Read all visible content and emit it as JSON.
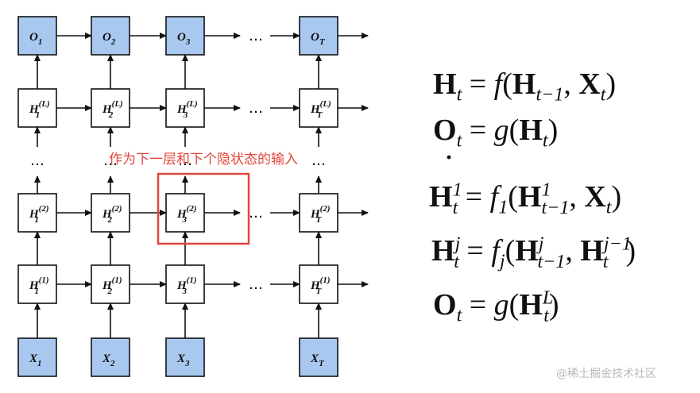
{
  "diagram": {
    "output_labels": [
      {
        "base": "O",
        "sub": "1"
      },
      {
        "base": "O",
        "sub": "2"
      },
      {
        "base": "O",
        "sub": "3"
      },
      {
        "base": "O",
        "sub": "T"
      }
    ],
    "input_labels": [
      {
        "base": "X",
        "sub": "1"
      },
      {
        "base": "X",
        "sub": "2"
      },
      {
        "base": "X",
        "sub": "3"
      },
      {
        "base": "X",
        "sub": "T"
      }
    ],
    "hidden_layer_L": [
      {
        "base": "H",
        "sub": "1",
        "sup": "(L)"
      },
      {
        "base": "H",
        "sub": "2",
        "sup": "(L)"
      },
      {
        "base": "H",
        "sub": "3",
        "sup": "(L)"
      },
      {
        "base": "H",
        "sub": "T",
        "sup": "(L)"
      }
    ],
    "hidden_layer_2": [
      {
        "base": "H",
        "sub": "1",
        "sup": "(2)"
      },
      {
        "base": "H",
        "sub": "2",
        "sup": "(2)"
      },
      {
        "base": "H",
        "sub": "3",
        "sup": "(2)"
      },
      {
        "base": "H",
        "sub": "T",
        "sup": "(2)"
      }
    ],
    "hidden_layer_1": [
      {
        "base": "H",
        "sub": "1",
        "sup": "(1)"
      },
      {
        "base": "H",
        "sub": "2",
        "sup": "(1)"
      },
      {
        "base": "H",
        "sub": "3",
        "sup": "(1)"
      },
      {
        "base": "H",
        "sub": "T",
        "sup": "(1)"
      }
    ],
    "ellipsis": "…",
    "annotation": "作为下一层和下个隐状态的输入",
    "colors": {
      "io_fill": "#a9c8ef",
      "hidden_fill": "#ffffff",
      "stroke": "#111111",
      "highlight": "#e0463c"
    }
  },
  "equations": [
    {
      "lhs": "H",
      "lhs_sub": "t",
      "rhs": "= f(H",
      "s1": "t−1",
      ", X": ", X",
      "s2": "t",
      ")": ")"
    },
    {
      "lhs": "O",
      "lhs_sub": "t",
      "rhs": "= g(H",
      "s1": "t",
      ")": ")"
    }
  ],
  "eq_text": {
    "e1": {
      "l": "H",
      "ls": "t",
      "eq": " = ",
      "f": "f",
      "open": "(",
      "a": "H",
      "as": "t−1",
      "comma": ", ",
      "b": "X",
      "bs": "t",
      "close": ")"
    },
    "e2": {
      "l": "O",
      "ls": "t",
      "eq": " = ",
      "f": "g",
      "open": "(",
      "a": "H",
      "as": "t",
      "close": ")"
    },
    "dot": "·",
    "e3": {
      "l": "H",
      "lsup": "1",
      "ls": "t",
      "eq": " = ",
      "f": "f",
      "fs": "1",
      "open": "(",
      "a": "H",
      "asup": "1",
      "as": "t−1",
      "comma": ", ",
      "b": "X",
      "bs": "t",
      "close": ")"
    },
    "e4": {
      "l": "H",
      "lsup": "j",
      "ls": "t",
      "eq": " = ",
      "f": "f",
      "fs": "j",
      "open": "(",
      "a": "H",
      "asup": "j",
      "as": "t−1",
      "comma": ", ",
      "b": "H",
      "bsup": "j−1",
      "bs": "t",
      "close": ")"
    },
    "e5": {
      "l": "O",
      "ls": "t",
      "eq": " = ",
      "f": "g",
      "open": "(",
      "a": "H",
      "asup": "L",
      "as": "t",
      "close": ")"
    }
  },
  "watermark": "@稀土掘金技术社区"
}
